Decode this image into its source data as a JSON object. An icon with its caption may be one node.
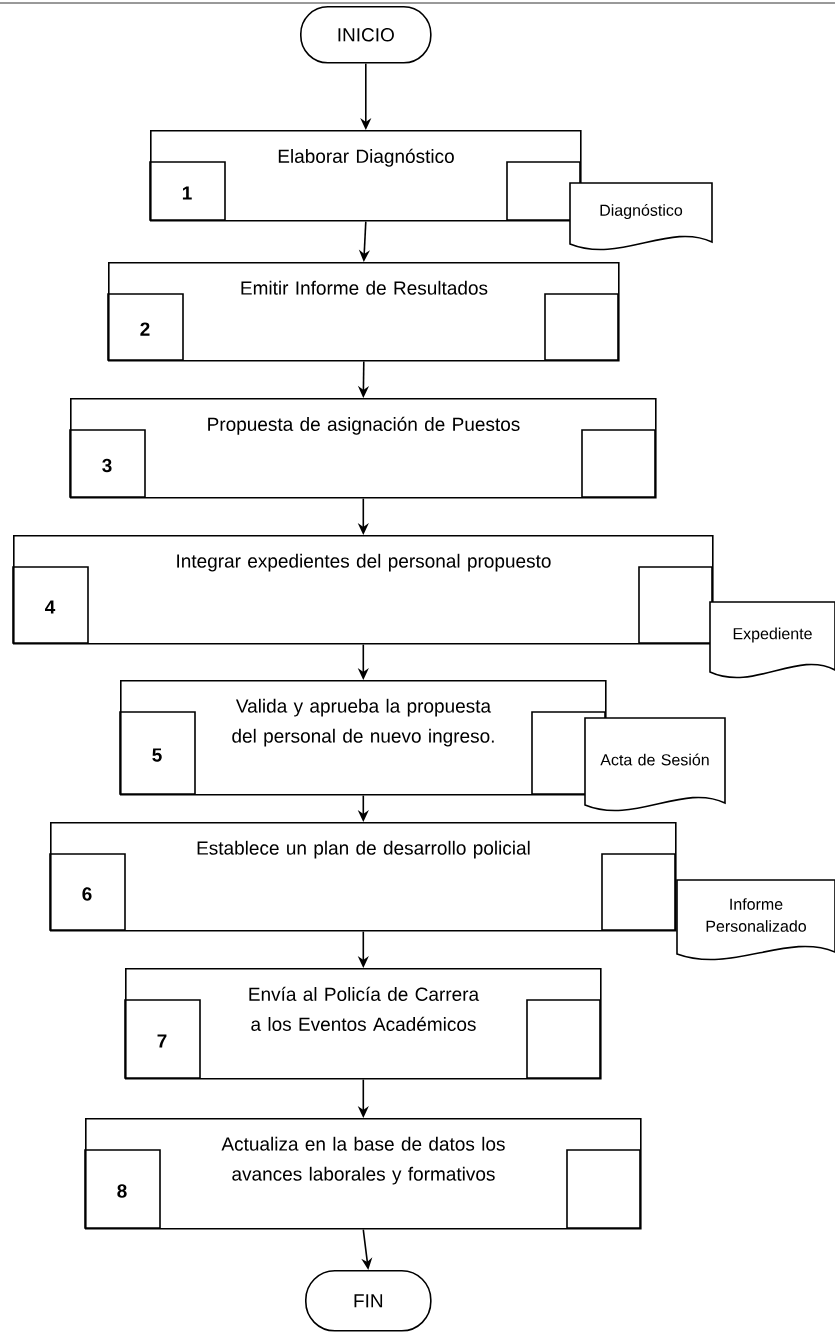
{
  "diagram": {
    "nodes": [
      {
        "text": [
          "INICIO"
        ]
      },
      {
        "text": [
          "Elaborar Diagnóstico",
          "1"
        ]
      },
      {
        "text": [
          "Diagnóstico"
        ]
      },
      {
        "text": [
          "Emitir Informe de Resultados",
          "2"
        ]
      },
      {
        "text": [
          "Propuesta de asignación de Puestos",
          "3"
        ]
      },
      {
        "text": [
          "Integrar expedientes del personal propuesto",
          "4"
        ]
      },
      {
        "text": [
          "Expediente"
        ]
      },
      {
        "text": [
          "Valida y aprueba la propuesta del personal de nuevo ingreso.",
          "5"
        ]
      },
      {
        "text": [
          "Acta de Sesión"
        ]
      },
      {
        "text": [
          "Establece un plan de desarrollo policial",
          "6"
        ]
      },
      {
        "text": [
          "Informe Personalizado"
        ]
      },
      {
        "text": [
          "Envía al Policía de Carrera a los Eventos Académicos",
          "7"
        ]
      },
      {
        "text": [
          "Actualiza en la base de datos los avances laborales y formativos",
          "8"
        ]
      },
      {
        "text": [
          "FIN"
        ]
      }
    ],
    "edges": [
      {
        "from": 0,
        "to": 1,
        "arrow": "to"
      },
      {
        "from": 1,
        "to": 3,
        "arrow": "to"
      },
      {
        "from": 3,
        "to": 4,
        "arrow": "to"
      },
      {
        "from": 4,
        "to": 5,
        "arrow": "to"
      },
      {
        "from": 5,
        "to": 7,
        "arrow": "to"
      },
      {
        "from": 7,
        "to": 9,
        "arrow": "to"
      },
      {
        "from": 9,
        "to": 11,
        "arrow": "to"
      },
      {
        "from": 11,
        "to": 12,
        "arrow": "to"
      },
      {
        "from": 12,
        "to": 13,
        "arrow": "to"
      }
    ]
  }
}
